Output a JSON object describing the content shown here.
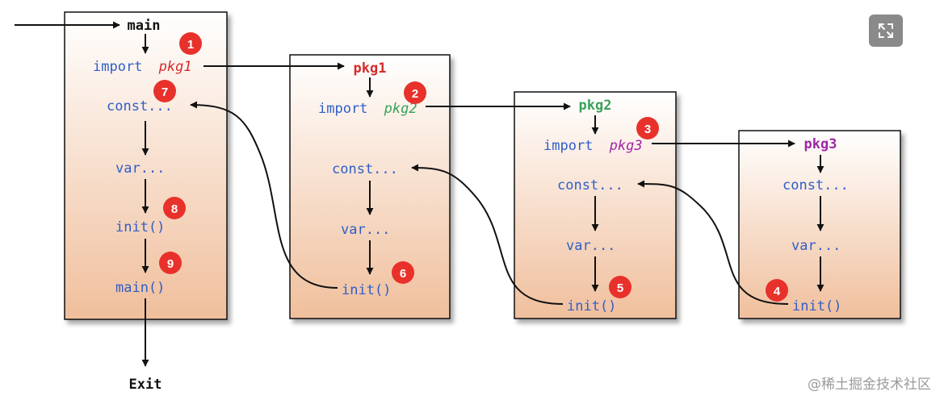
{
  "colors": {
    "box_top": "#ffffff",
    "box_bottom": "#f0bf9c",
    "code": "#2f5ec8",
    "main": "#111111",
    "pkg1": "#d62b2b",
    "pkg2": "#3aa15b",
    "pkg3": "#a125a8",
    "badge": "#e8312b",
    "arrow": "#111111"
  },
  "main_box": {
    "title": "main",
    "import_kw": "import",
    "import_pkg": "pkg1",
    "const": "const...",
    "var": "var...",
    "init": "init()",
    "main_fn": "main()"
  },
  "pkg1_box": {
    "title": "pkg1",
    "import_kw": "import",
    "import_pkg": "pkg2",
    "const": "const...",
    "var": "var...",
    "init": "init()"
  },
  "pkg2_box": {
    "title": "pkg2",
    "import_kw": "import",
    "import_pkg": "pkg3",
    "const": "const...",
    "var": "var...",
    "init": "init()"
  },
  "pkg3_box": {
    "title": "pkg3",
    "const": "const...",
    "var": "var...",
    "init": "init()"
  },
  "exit_label": "Exit",
  "badges": [
    "1",
    "2",
    "3",
    "4",
    "5",
    "6",
    "7",
    "8",
    "9"
  ],
  "watermark": "@稀土掘金技术社区",
  "expand_icon": "expand-icon"
}
